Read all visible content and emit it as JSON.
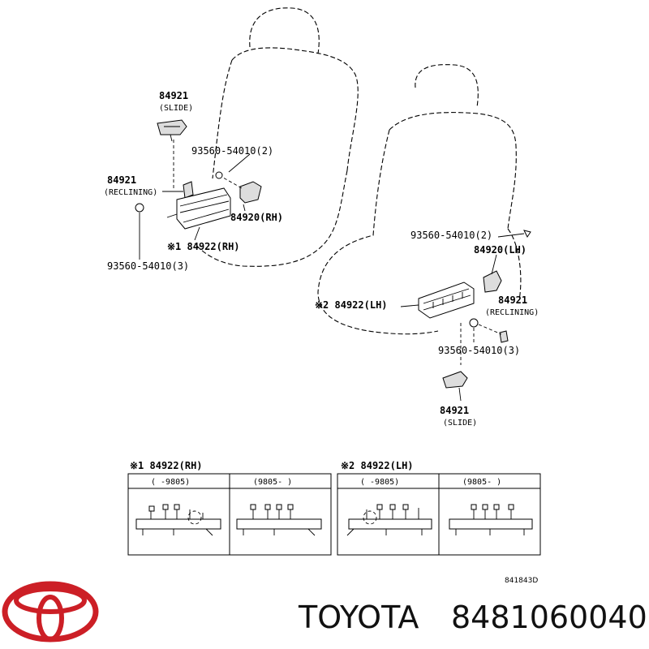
{
  "diagram": {
    "labels": {
      "p84921_slide_rh": "84921",
      "slide_rh": "(SLIDE)",
      "bolt_rh_top": "93560-54010(2)",
      "p84921_recl_rh": "84921",
      "recl_rh": "(RECLINING)",
      "p84920_rh": "84920(RH)",
      "p84922_rh": "※1 84922(RH)",
      "bolt_rh_bottom": "93560-54010(3)",
      "bolt_lh_top": "93560-54010(2)",
      "p84920_lh": "84920(LH)",
      "p84922_lh": "※2 84922(LH)",
      "p84921_recl_lh": "84921",
      "recl_lh": "(RECLINING)",
      "bolt_lh_bottom": "93560-54010(3)",
      "p84921_slide_lh": "84921",
      "slide_lh": "(SLIDE)"
    },
    "variants": {
      "rh_title": "※1 84922(RH)",
      "rh_col1": "(    -9805)",
      "rh_col2": "(9805-    )",
      "lh_title": "※2 84922(LH)",
      "lh_col1": "(    -9805)",
      "lh_col2": "(9805-    )"
    },
    "drawing_code": "841843D"
  },
  "brand": {
    "name": "TOYOTA",
    "part_number": "8481060040",
    "logo_color": "#cc1f26"
  }
}
